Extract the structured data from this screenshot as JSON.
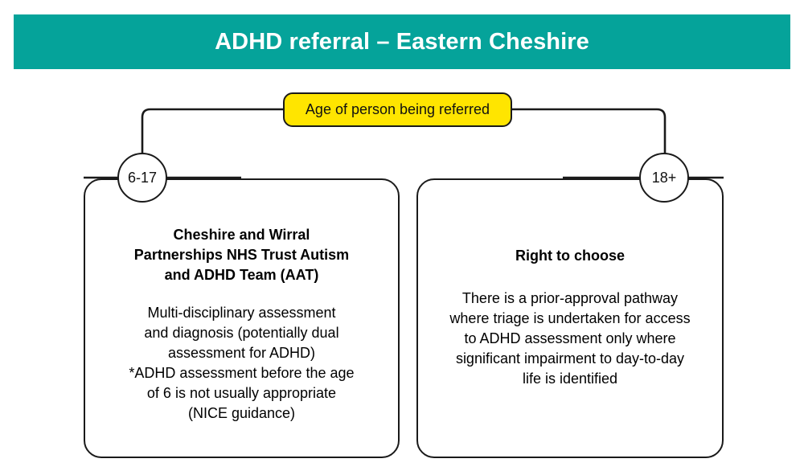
{
  "header": {
    "title": "ADHD referral – Eastern Cheshire",
    "background_color": "#05A39A",
    "text_color": "#FFFFFF"
  },
  "flowchart": {
    "decision": {
      "label": "Age of person being referred",
      "fill_color": "#FFE500",
      "border_color": "#1A1A1A"
    },
    "branches": [
      {
        "edge_label": "6-17",
        "panel": {
          "heading": "Cheshire and Wirral\nPartnerships NHS Trust Autism\nand ADHD Team (AAT)",
          "body": "Multi-disciplinary assessment\nand diagnosis (potentially dual\nassessment for ADHD)\n*ADHD assessment before the age\nof 6 is not usually appropriate\n(NICE guidance)"
        }
      },
      {
        "edge_label": "18+",
        "panel": {
          "heading": "Right to choose",
          "body": "There is a prior-approval pathway\nwhere triage is undertaken for access\nto ADHD assessment only where\nsignificant impairment to day-to-day\nlife is identified"
        }
      }
    ]
  }
}
